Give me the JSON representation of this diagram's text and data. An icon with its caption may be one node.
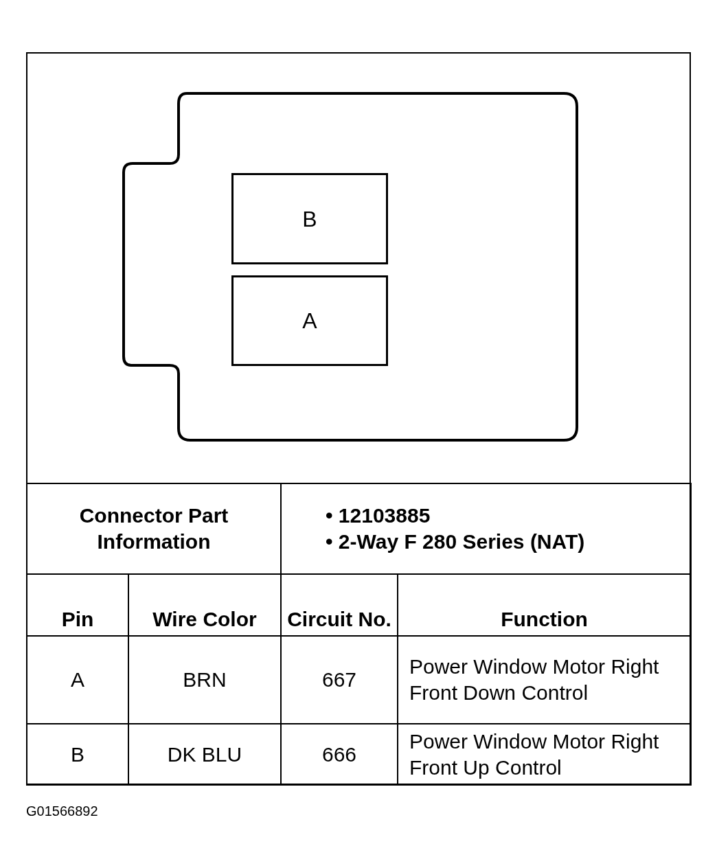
{
  "diagram": {
    "nodes": [
      {
        "text": [],
        "shape": "box"
      },
      {
        "text": [
          "B"
        ],
        "in": 0
      },
      {
        "text": [
          "A"
        ],
        "in": 0
      }
    ],
    "labels": [
      "Connector Part Information",
      "• 12103885",
      "• 2-Way F 280 Series (NAT)",
      "Pin",
      "Wire Color",
      "Circuit No.",
      "Function",
      "A",
      "BRN",
      "667",
      "Power Window Motor Right Front Down Control",
      "B",
      "DK BLU",
      "666",
      "Power Window Motor Right Front Up Control",
      "G01566892"
    ]
  }
}
